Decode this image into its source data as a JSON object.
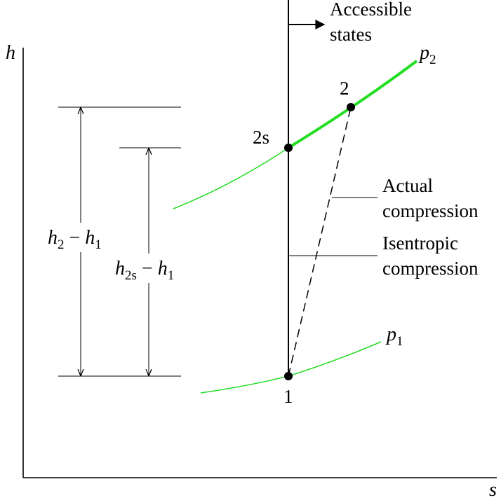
{
  "axes": {
    "y_label": "h",
    "x_label": "s"
  },
  "header": {
    "accessible_line1": "Accessible",
    "accessible_line2": "states"
  },
  "curves": {
    "p2_symbol": "p",
    "p2_sub": "2",
    "p1_symbol": "p",
    "p1_sub": "1",
    "color": "#22dd22"
  },
  "points": {
    "state_1": "1",
    "state_2": "2",
    "state_2s": "2s"
  },
  "callouts": {
    "actual_line1": "Actual",
    "actual_line2": "compression",
    "isentropic_line1": "Isentropic",
    "isentropic_line2": "compression"
  },
  "dimensions": {
    "outer_h": "h",
    "outer_sub_a": "2",
    "outer_mid": " − ",
    "outer_h2": "h",
    "outer_sub_b": "1",
    "inner_h": "h",
    "inner_sub_a": "2s",
    "inner_mid": " − ",
    "inner_h2": "h",
    "inner_sub_b": "1"
  }
}
